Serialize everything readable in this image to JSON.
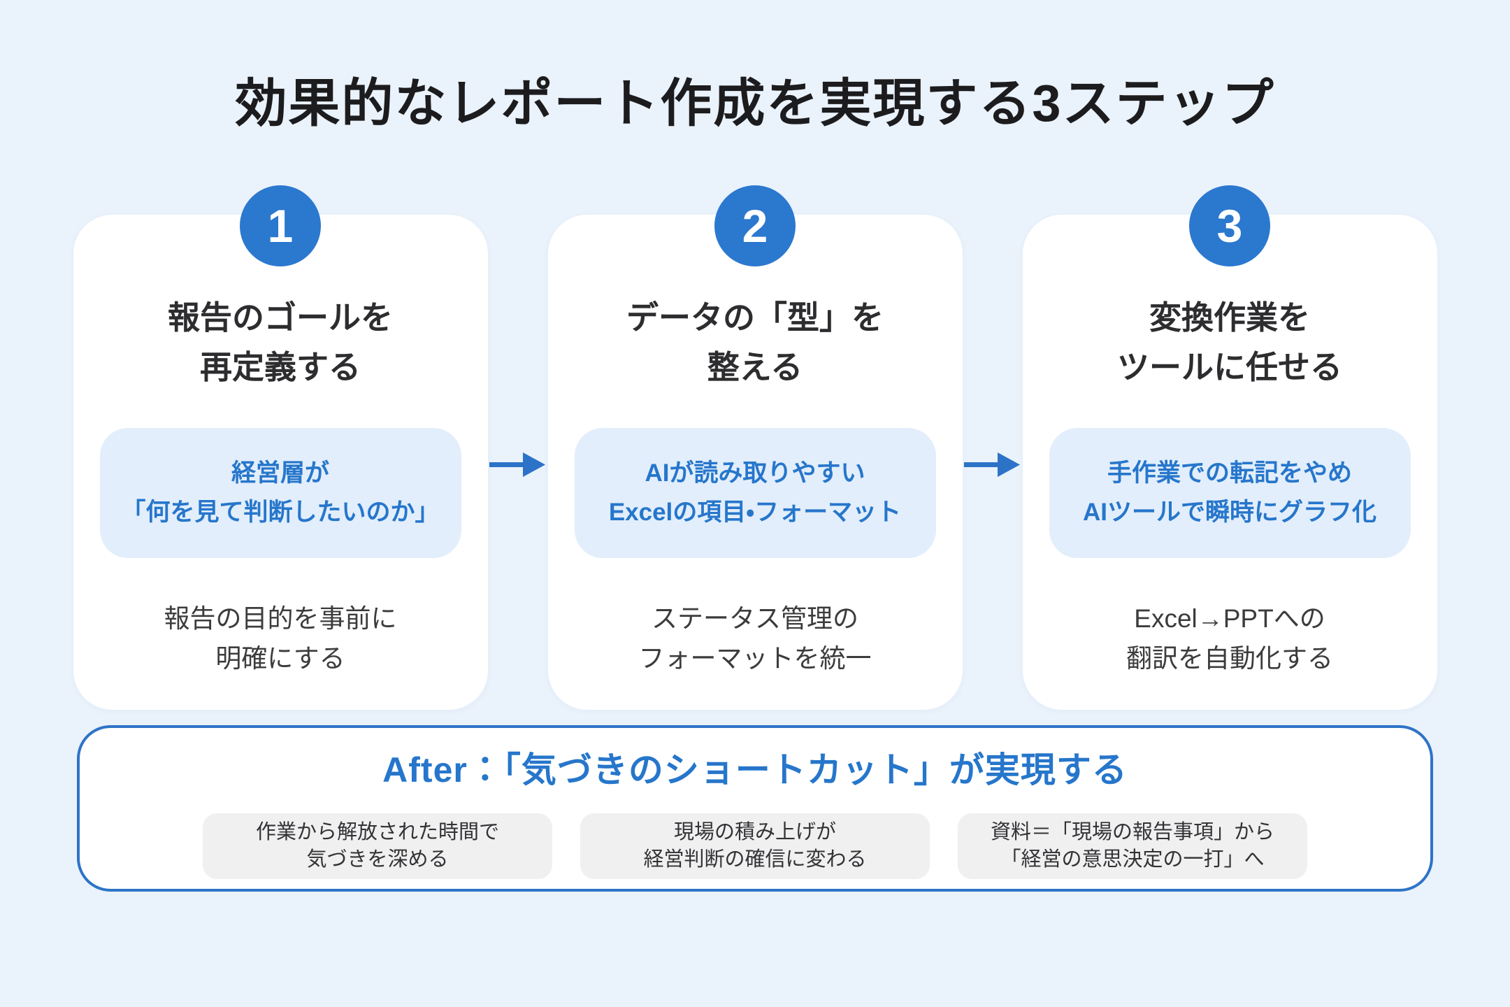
{
  "title": "効果的なレポート作成を実現する3ステップ",
  "colors": {
    "background": "#eaf2fb",
    "card": "#ffffff",
    "accent_blue": "#2b78cf",
    "highlight_bg": "#e2eefb",
    "after_border": "#2e74c7",
    "after_item_bg": "#f0f0f1",
    "text_dark": "#2d2d30"
  },
  "steps": [
    {
      "number": "1",
      "title": "報告のゴールを\n再定義する",
      "highlight": "経営層が\n「何を見て判断したいのか」",
      "description": "報告の目的を事前に\n明確にする"
    },
    {
      "number": "2",
      "title": "データの「型」を\n整える",
      "highlight": "AIが読み取りやすい\nExcelの項目・フォーマット",
      "description": "ステータス管理の\nフォーマットを統一"
    },
    {
      "number": "3",
      "title": "変換作業を\nツールに任せる",
      "highlight": "手作業での転記をやめ\nAIツールで瞬時にグラフ化",
      "description": "Excel→PPTへの\n翻訳を自動化する"
    }
  ],
  "after": {
    "heading": "After：「気づきのショートカット」が実現する",
    "items": [
      "作業から解放された時間で\n気づきを深める",
      "現場の積み上げが\n経営判断の確信に変わる",
      "資料＝「現場の報告事項」から\n「経営の意思決定の一打」へ"
    ]
  }
}
